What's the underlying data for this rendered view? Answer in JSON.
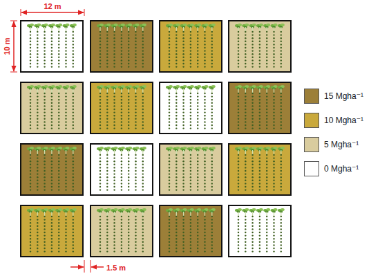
{
  "diagram": {
    "labels": [
      "12 m",
      "10 m",
      "1.5 m"
    ],
    "legend": [
      {
        "text": "15 Mgha⁻¹",
        "color": "#9c7f38"
      },
      {
        "text": "10 Mgha⁻¹",
        "color": "#c9a93c"
      },
      {
        "text": "5 Mgha⁻¹",
        "color": "#d9cc9e"
      },
      {
        "text": "0 Mgha⁻¹",
        "color": "#ffffff"
      }
    ]
  }
}
